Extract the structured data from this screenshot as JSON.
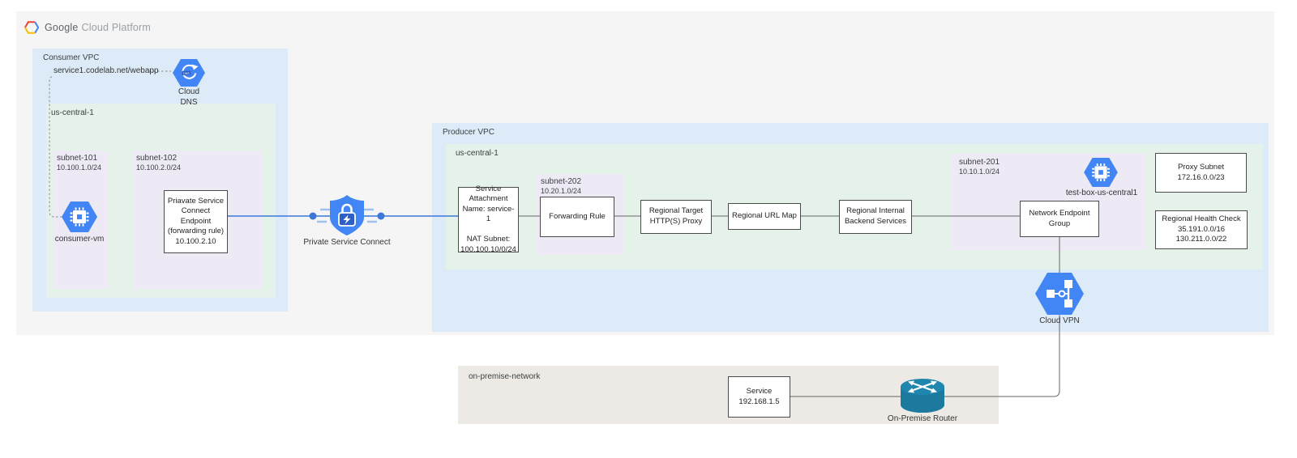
{
  "header": {
    "brand": "Google",
    "brand_suffix": "Cloud Platform"
  },
  "colors": {
    "canvas_bg": "#f5f5f6",
    "vpc_bg": "#dcebf7",
    "region_bg": "#e4f2e9",
    "subnet_bg": "#ede9f5",
    "onprem_bg": "#edeae5",
    "icon_blue": "#4285f4",
    "icon_blue_dark": "#2e5fc7",
    "connector_blue": "#3b78d7",
    "connector_gray": "#666666",
    "router_teal": "#1b7a9e"
  },
  "icons": {
    "logo": "gcp-logo-icon",
    "dns": "cloud-dns-icon",
    "vm": "compute-engine-icon",
    "psc": "private-service-connect-icon",
    "vpn": "cloud-vpn-icon",
    "router": "router-icon"
  },
  "consumer_vpc": {
    "label": "Consumer VPC",
    "dns_record": "service1.codelab.net/webapp",
    "cloud_dns": {
      "label": "Cloud\nDNS"
    },
    "region": {
      "label": "us-central-1",
      "subnet_101": {
        "name": "subnet-101",
        "cidr": "10.100.1.0/24",
        "vm": {
          "label": "consumer-vm"
        }
      },
      "subnet_102": {
        "name": "subnet-102",
        "cidr": "10.100.2.0/24",
        "endpoint": {
          "text": "Priavate Service\nConnect Endpoint\n(forwarding rule)\n10.100.2.10"
        }
      }
    }
  },
  "psc": {
    "label": "Private Service Connect"
  },
  "producer_vpc": {
    "label": "Producer VPC",
    "region": {
      "label": "us-central-1",
      "service_attachment": {
        "text": "Service\nAttachment\nName: service-1\n\nNAT Subnet:\n100.100.10/0/24"
      },
      "subnet_202": {
        "name": "subnet-202",
        "cidr": "10.20.1.0/24",
        "forwarding_rule": {
          "text": "Forwarding Rule"
        }
      },
      "target_proxy": {
        "text": "Regional Target\nHTTP(S) Proxy"
      },
      "url_map": {
        "text": "Regional URL Map"
      },
      "backend_services": {
        "text": "Regional Internal\nBackend Services"
      },
      "subnet_201": {
        "name": "subnet-201",
        "cidr": "10.10.1.0/24",
        "neg": {
          "text": "Network Endpoint\nGroup"
        },
        "test_box": {
          "label": "test-box-us-central1"
        }
      },
      "proxy_subnet": {
        "text": "Proxy Subnet\n172.16.0.0/23"
      },
      "health_check": {
        "text": "Regional Health Check\n35.191.0.0/16\n130.211.0.0/22"
      }
    },
    "cloud_vpn": {
      "label": "Cloud VPN"
    }
  },
  "on_premise": {
    "label": "on-premise-network",
    "service": {
      "text": "Service\n192.168.1.5"
    },
    "router": {
      "label": "On-Premise Router"
    }
  }
}
